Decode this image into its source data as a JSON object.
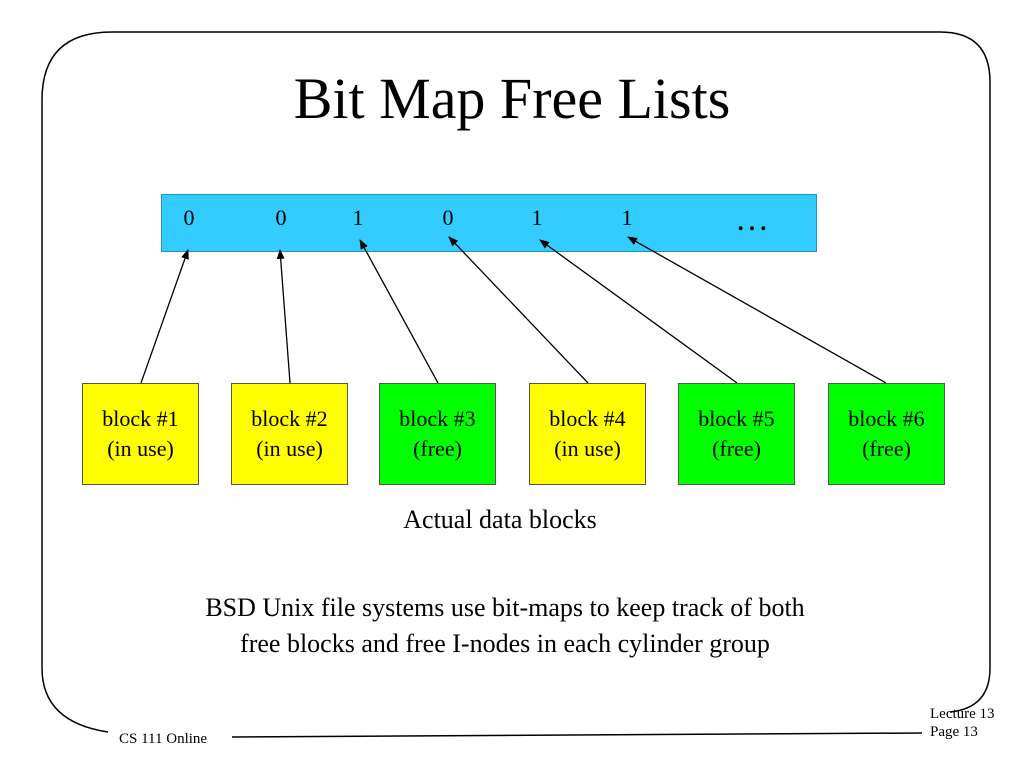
{
  "slide": {
    "title": "Bit Map Free Lists",
    "caption": "Actual data blocks",
    "description": "BSD Unix file systems use bit-maps to keep track of both free blocks and free I-nodes in each cylinder group"
  },
  "bitmap": {
    "bits": [
      "0",
      "0",
      "1",
      "0",
      "1",
      "1"
    ],
    "ellipsis": "…",
    "color": "#33ccff"
  },
  "blocks": [
    {
      "label": "block #1",
      "status": "(in use)",
      "state": "in-use"
    },
    {
      "label": "block #2",
      "status": "(in use)",
      "state": "in-use"
    },
    {
      "label": "block #3",
      "status": "(free)",
      "state": "free"
    },
    {
      "label": "block #4",
      "status": "(in use)",
      "state": "in-use"
    },
    {
      "label": "block #5",
      "status": "(free)",
      "state": "free"
    },
    {
      "label": "block #6",
      "status": "(free)",
      "state": "free"
    }
  ],
  "colors": {
    "in_use": "#ffff00",
    "free": "#00ff00"
  },
  "footer": {
    "course": "CS 111 Online",
    "lecture": "Lecture 13",
    "page": "Page 13"
  }
}
